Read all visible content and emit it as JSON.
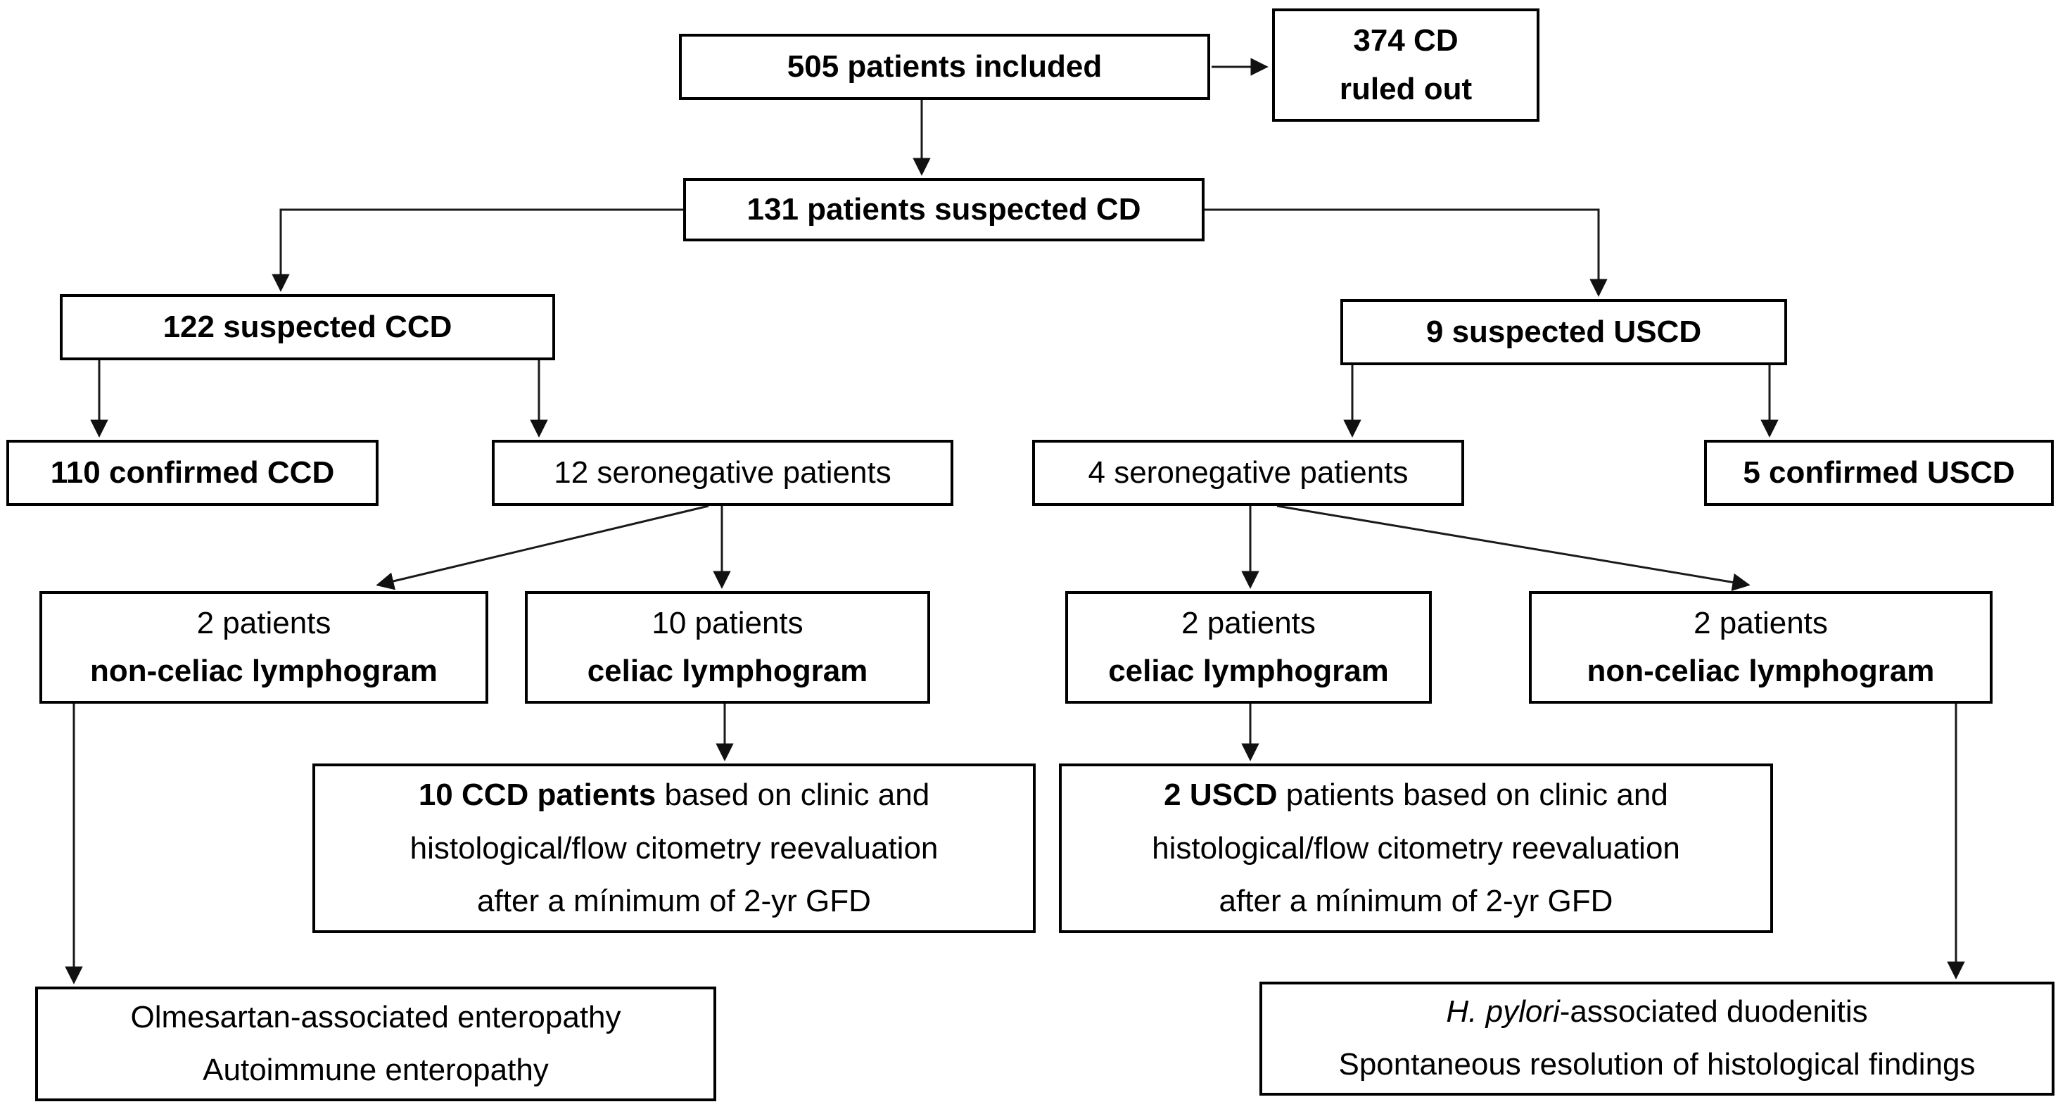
{
  "colors": {
    "border": "#000000",
    "background": "#ffffff",
    "text": "#000000",
    "line": "#1a1a1a"
  },
  "nodes": {
    "included": {
      "label": "505 patients included"
    },
    "ruled_out": {
      "line1": "374 CD",
      "line2": "ruled out"
    },
    "suspected_cd": {
      "label": "131 patients suspected CD"
    },
    "suspected_ccd": {
      "label": "122 suspected CCD"
    },
    "suspected_uscd": {
      "label": "9 suspected USCD"
    },
    "confirmed_ccd": {
      "label": "110 confirmed CCD"
    },
    "seronegative_ccd": {
      "label": "12 seronegative patients"
    },
    "seronegative_uscd": {
      "label": "4 seronegative patients"
    },
    "confirmed_uscd": {
      "label": "5 confirmed USCD"
    },
    "nonceliac_left": {
      "line1": "2 patients",
      "line2": "non-celiac lymphogram"
    },
    "celiac_left": {
      "line1": "10 patients",
      "line2": "celiac lymphogram"
    },
    "celiac_right": {
      "line1": "2 patients",
      "line2": "celiac lymphogram"
    },
    "nonceliac_right": {
      "line1": "2 patients",
      "line2": "non-celiac lymphogram"
    },
    "ccd_reeval": {
      "bold": "10 CCD patients",
      "line1_rest": " based on clinic and",
      "line2": "histological/flow citometry reevaluation",
      "line3": "after a mínimum of 2-yr GFD"
    },
    "uscd_reeval": {
      "bold": "2 USCD",
      "line1_rest": " patients based on clinic and",
      "line2": "histological/flow citometry reevaluation",
      "line3": "after a mínimum of 2-yr GFD"
    },
    "olmesartan": {
      "line1": "Olmesartan-associated enteropathy",
      "line2": "Autoimmune enteropathy"
    },
    "hpylori": {
      "italic": "H. pylori",
      "line1_rest": "-associated duodenitis",
      "line2": "Spontaneous resolution of histological findings"
    }
  }
}
